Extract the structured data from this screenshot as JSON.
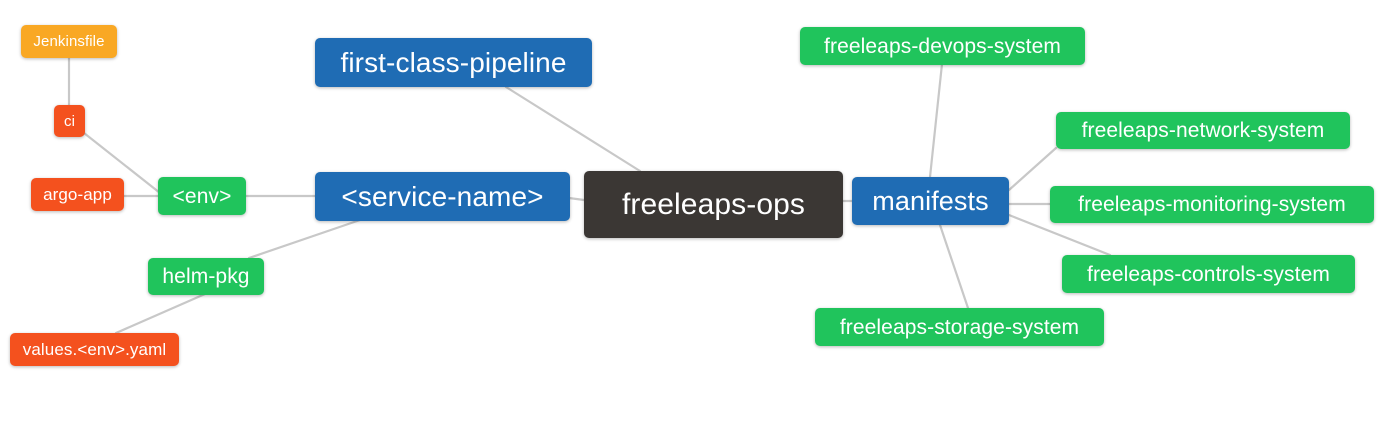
{
  "diagram": {
    "type": "mindmap",
    "title": "freeleaps-ops",
    "background": "#ffffff",
    "edge_color": "#c8c8c8",
    "palette": {
      "root": "#3b3734",
      "blue": "#1f6cb4",
      "green": "#20c45c",
      "orange": "#f9a824",
      "red": "#f4511e"
    }
  },
  "nodes": {
    "root": {
      "label": "freeleaps-ops"
    },
    "service_name": {
      "label": "<service-name>"
    },
    "first_class_pipeline": {
      "label": "first-class-pipeline"
    },
    "manifests": {
      "label": "manifests"
    },
    "env": {
      "label": "<env>"
    },
    "helm_pkg": {
      "label": "helm-pkg"
    },
    "ci": {
      "label": "ci"
    },
    "argo_app": {
      "label": "argo-app"
    },
    "jenkinsfile": {
      "label": "Jenkinsfile"
    },
    "values_yaml": {
      "label": "values.<env>.yaml"
    },
    "devops_system": {
      "label": "freeleaps-devops-system"
    },
    "network_system": {
      "label": "freeleaps-network-system"
    },
    "monitoring_system": {
      "label": "freeleaps-monitoring-system"
    },
    "controls_system": {
      "label": "freeleaps-controls-system"
    },
    "storage_system": {
      "label": "freeleaps-storage-system"
    }
  },
  "edges": [
    {
      "from": "root",
      "to": "service_name"
    },
    {
      "from": "root",
      "to": "first_class_pipeline"
    },
    {
      "from": "root",
      "to": "manifests"
    },
    {
      "from": "service_name",
      "to": "env"
    },
    {
      "from": "service_name",
      "to": "helm_pkg"
    },
    {
      "from": "env",
      "to": "ci"
    },
    {
      "from": "env",
      "to": "argo_app"
    },
    {
      "from": "ci",
      "to": "jenkinsfile"
    },
    {
      "from": "helm_pkg",
      "to": "values_yaml"
    },
    {
      "from": "manifests",
      "to": "devops_system"
    },
    {
      "from": "manifests",
      "to": "network_system"
    },
    {
      "from": "manifests",
      "to": "monitoring_system"
    },
    {
      "from": "manifests",
      "to": "controls_system"
    },
    {
      "from": "manifests",
      "to": "storage_system"
    }
  ]
}
